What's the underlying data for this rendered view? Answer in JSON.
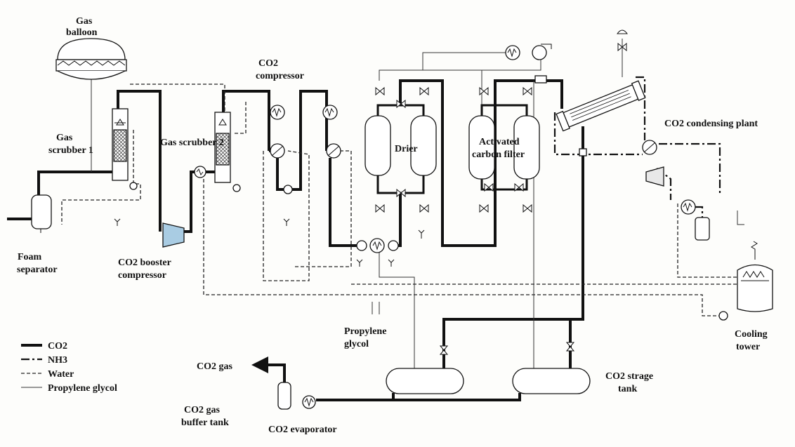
{
  "labels": {
    "gas_balloon_1": "Gas",
    "gas_balloon_2": "balloon",
    "gas_scrubber1_1": "Gas",
    "gas_scrubber1_2": "scrubber 1",
    "gas_scrubber2": "Gas scrubber 2",
    "co2_compressor_1": "CO2",
    "co2_compressor_2": "compressor",
    "drier": "Drier",
    "activated_carbon_1": "Activated",
    "activated_carbon_2": "carbon filter",
    "co2_condensing_plant": "CO2 condensing plant",
    "foam_separator_1": "Foam",
    "foam_separator_2": "separator",
    "co2_booster_1": "CO2 booster",
    "co2_booster_2": "compressor",
    "propylene_glycol_1": "Propylene",
    "propylene_glycol_2": "glycol",
    "cooling_tower_1": "Cooling",
    "cooling_tower_2": "tower",
    "co2_gas": "CO2 gas",
    "co2_storage_tank_1": "CO2 strage",
    "co2_storage_tank_2": "tank",
    "co2_gas_buffer_1": "CO2 gas",
    "co2_gas_buffer_2": "buffer tank",
    "co2_evaporator": "CO2 evaporator"
  },
  "legend": [
    {
      "label": "CO2",
      "style": "co2"
    },
    {
      "label": "NH3",
      "style": "nh3"
    },
    {
      "label": "Water",
      "style": "water"
    },
    {
      "label": "Propylene glycol",
      "style": "glycol"
    }
  ],
  "colors": {
    "booster": "#a9cce3",
    "line": "#111111",
    "background": "#fdfdfb"
  }
}
